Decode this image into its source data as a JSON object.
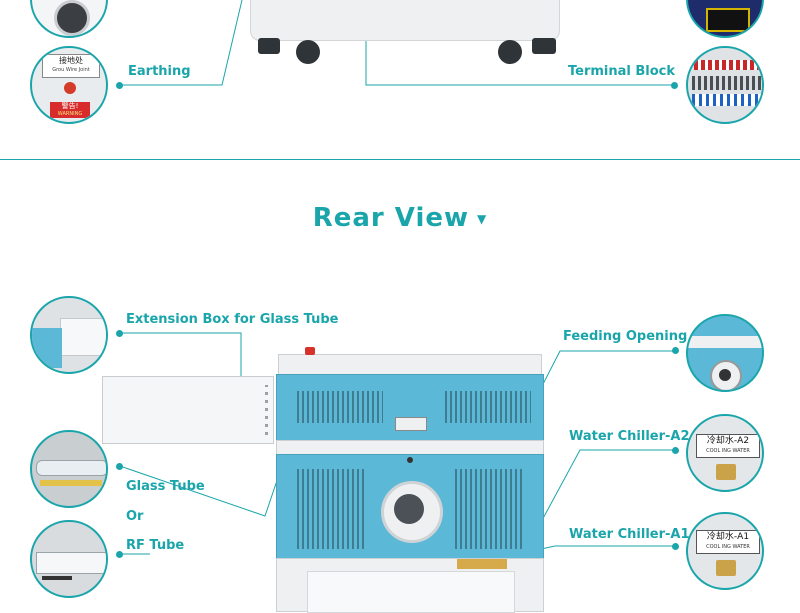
{
  "top_section": {
    "labels": {
      "earthing": "Earthing",
      "terminal_block": "Terminal Block"
    },
    "earthing_sign": {
      "line1": "接地处",
      "line2": "Grou Wire Joint",
      "warning": "警告!",
      "warning_sub": "WARNING"
    }
  },
  "rear_view": {
    "title": "Rear View",
    "title_arrow": "▼",
    "labels": {
      "extension_box": "Extension Box for Glass Tube",
      "glass_tube": "Glass Tube",
      "or": "Or",
      "rf_tube": "RF Tube",
      "feeding_opening": "Feeding Opening",
      "water_chiller_a2": "Water Chiller-A2",
      "water_chiller_a1": "Water Chiller-A1"
    },
    "chiller_tags": {
      "a2": "冷却水-A2",
      "a2_sub": "COOL ING WATER",
      "a1": "冷却水-A1",
      "a1_sub": "COOL ING WATER"
    }
  },
  "colors": {
    "accent": "#1aa5ab",
    "machine_blue": "#5bb8d6",
    "machine_white": "#eef0f1"
  }
}
